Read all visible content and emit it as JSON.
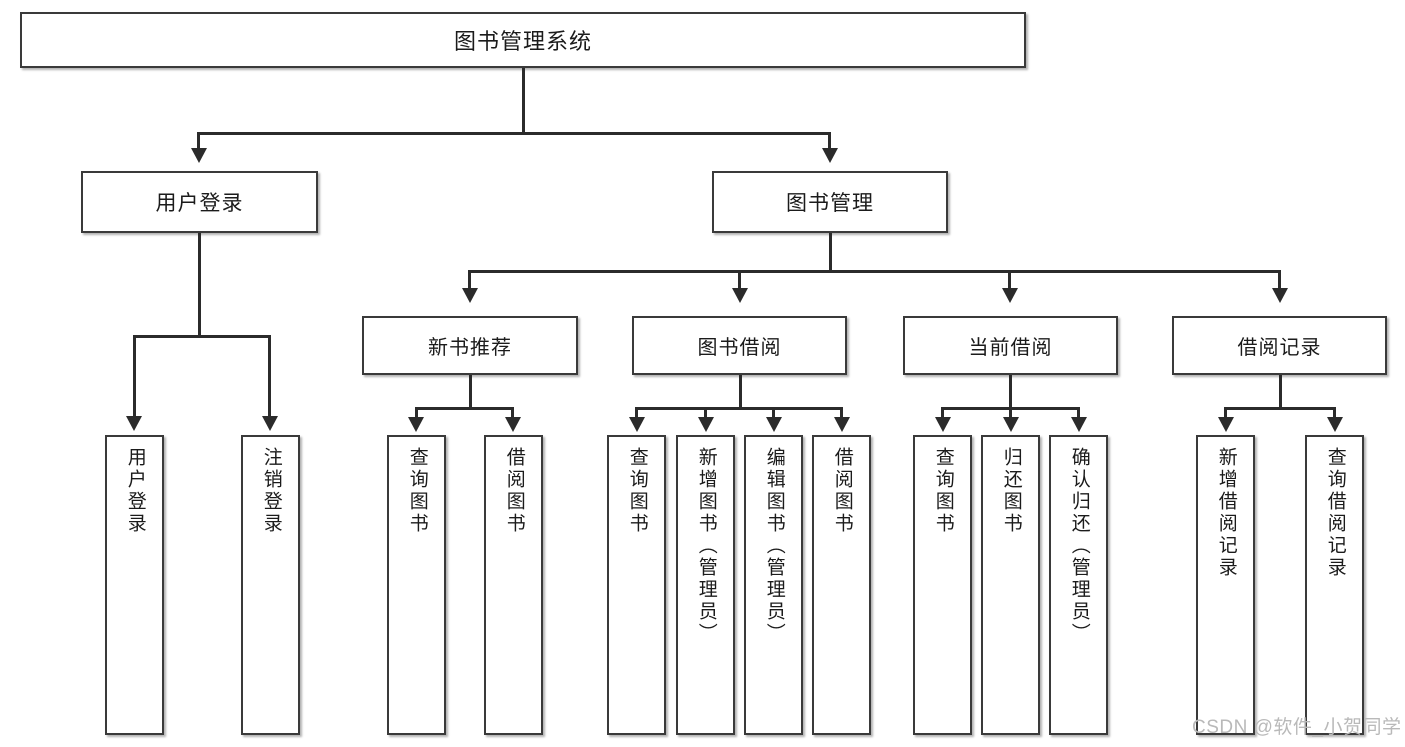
{
  "diagram": {
    "title": "图书管理系统",
    "type": "tree-hierarchy",
    "root": {
      "label": "图书管理系统"
    },
    "level2": [
      {
        "label": "用户登录"
      },
      {
        "label": "图书管理"
      }
    ],
    "level3": [
      {
        "label": "新书推荐"
      },
      {
        "label": "图书借阅"
      },
      {
        "label": "当前借阅"
      },
      {
        "label": "借阅记录"
      }
    ],
    "leaves": {
      "user_login": [
        {
          "label": "用户登录"
        },
        {
          "label": "注销登录"
        }
      ],
      "new_book_recommend": [
        {
          "label": "查询图书"
        },
        {
          "label": "借阅图书"
        }
      ],
      "book_borrow": [
        {
          "label": "查询图书"
        },
        {
          "label": "新增图书（管理员）"
        },
        {
          "label": "编辑图书（管理员）"
        },
        {
          "label": "借阅图书"
        }
      ],
      "current_borrow": [
        {
          "label": "查询图书"
        },
        {
          "label": "归还图书"
        },
        {
          "label": "确认归还（管理员）"
        }
      ],
      "borrow_record": [
        {
          "label": "新增借阅记录"
        },
        {
          "label": "查询借阅记录"
        }
      ]
    }
  },
  "watermark": {
    "text": "CSDN @软件_小贺同学"
  },
  "colors": {
    "box_border": "#3a3a3a",
    "line": "#2b2b2b",
    "background": "#ffffff",
    "text": "#1b1b1b",
    "watermark": "#b9b9b9"
  }
}
